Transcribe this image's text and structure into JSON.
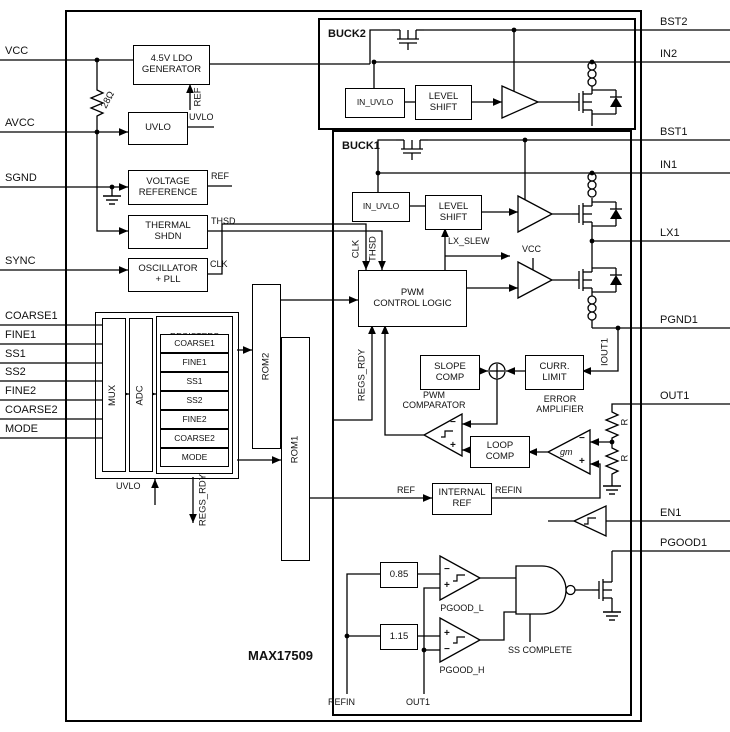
{
  "part": "MAX17509",
  "buck1": "BUCK1",
  "buck2": "BUCK2",
  "pins": {
    "left": [
      "VCC",
      "AVCC",
      "SGND",
      "SYNC",
      "COARSE1",
      "FINE1",
      "SS1",
      "SS2",
      "FINE2",
      "COARSE2",
      "MODE"
    ],
    "right": [
      "BST2",
      "IN2",
      "BST1",
      "IN1",
      "LX1",
      "PGND1",
      "OUT1",
      "EN1",
      "PGOOD1"
    ]
  },
  "blocks": {
    "ldo": "4.5V LDO\nGENERATOR",
    "uvlo": "UVLO",
    "vref": "VOLTAGE\nREFERENCE",
    "thermal": "THERMAL\nSHDN",
    "osc": "OSCILLATOR\n+ PLL",
    "mux": "MUX",
    "adc": "ADC",
    "registers": "REGISTERS",
    "rom1": "ROM1",
    "rom2": "ROM2",
    "in_uvlo": "IN_UVLO",
    "level_shift": "LEVEL\nSHIFT",
    "pwm_logic": "PWM\nCONTROL LOGIC",
    "slope": "SLOPE\nCOMP",
    "curr_limit": "CURR.\nLIMIT",
    "loop": "LOOP\nCOMP",
    "internal_ref": "INTERNAL\nREF",
    "low_thresh": "0.85",
    "high_thresh": "1.15"
  },
  "registers": [
    "COARSE1",
    "FINE1",
    "SS1",
    "SS2",
    "FINE2",
    "COARSE2",
    "MODE"
  ],
  "signals": {
    "ref": "REF",
    "uvlo": "UVLO",
    "thsd": "THSD",
    "clk": "CLK",
    "regs_rdy": "REGS_RDY",
    "lx_slew": "LX_SLEW",
    "vcc": "VCC",
    "iout1": "IOUT1",
    "refin": "REFIN",
    "out1": "OUT1",
    "ss_complete": "SS COMPLETE",
    "pwm_comparator": "PWM\nCOMPARATOR",
    "error_amplifier": "ERROR\nAMPLIFIER",
    "gm": "gm",
    "r": "R",
    "res": "28Ω",
    "pgood_l": "PGOOD_L",
    "pgood_h": "PGOOD_H",
    "plus": "+",
    "minus": "−"
  }
}
